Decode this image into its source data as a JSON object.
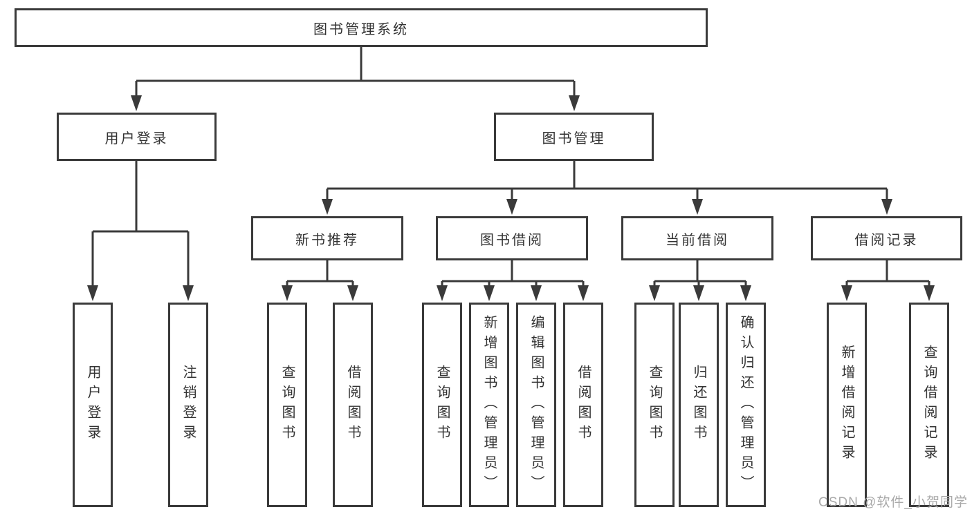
{
  "nodes": {
    "root": "图书管理系统",
    "level2": [
      "用户登录",
      "图书管理"
    ],
    "level3": [
      "新书推荐",
      "图书借阅",
      "当前借阅",
      "借阅记录"
    ],
    "login_children": [
      "用户登录",
      "注销登录"
    ],
    "newbook_children": [
      "查询图书",
      "借阅图书"
    ],
    "borrow_children": [
      "查询图书",
      "新增图书（管理员）",
      "编辑图书（管理员）",
      "借阅图书"
    ],
    "current_children": [
      "查询图书",
      "归还图书",
      "确认归还（管理员）"
    ],
    "record_children": [
      "新增借阅记录",
      "查询借阅记录"
    ]
  },
  "watermark": "CSDN @软件_小贺同学",
  "colors": {
    "line": "#3a3a3a",
    "box_border": "#3a3a3a",
    "text": "#333333",
    "watermark": "#a9a9a9",
    "background": "#ffffff"
  }
}
